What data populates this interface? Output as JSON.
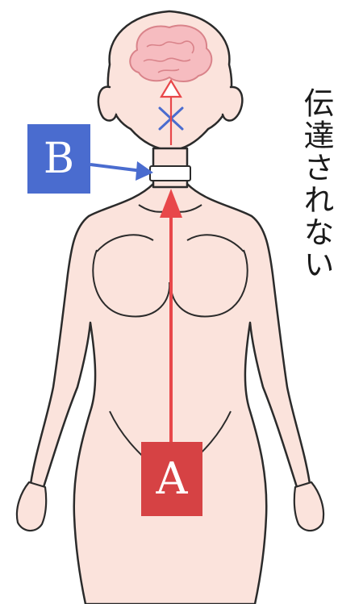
{
  "caption_vertical": "伝達されない",
  "label_a": "A",
  "label_b": "B",
  "colors": {
    "signal_red": "#e8474a",
    "label_a_bg": "#d64244",
    "label_b_bg": "#4a6ccf",
    "cross_blue": "#4a6ccf",
    "skin": "#fbe3dc",
    "brain": "#f6bcc0",
    "outline": "#2b2b2b"
  },
  "icons": {
    "brain": "brain-icon",
    "cross": "blocked-cross-icon",
    "arrow_up": "arrow-up-icon",
    "arrow_right": "arrow-right-icon"
  }
}
